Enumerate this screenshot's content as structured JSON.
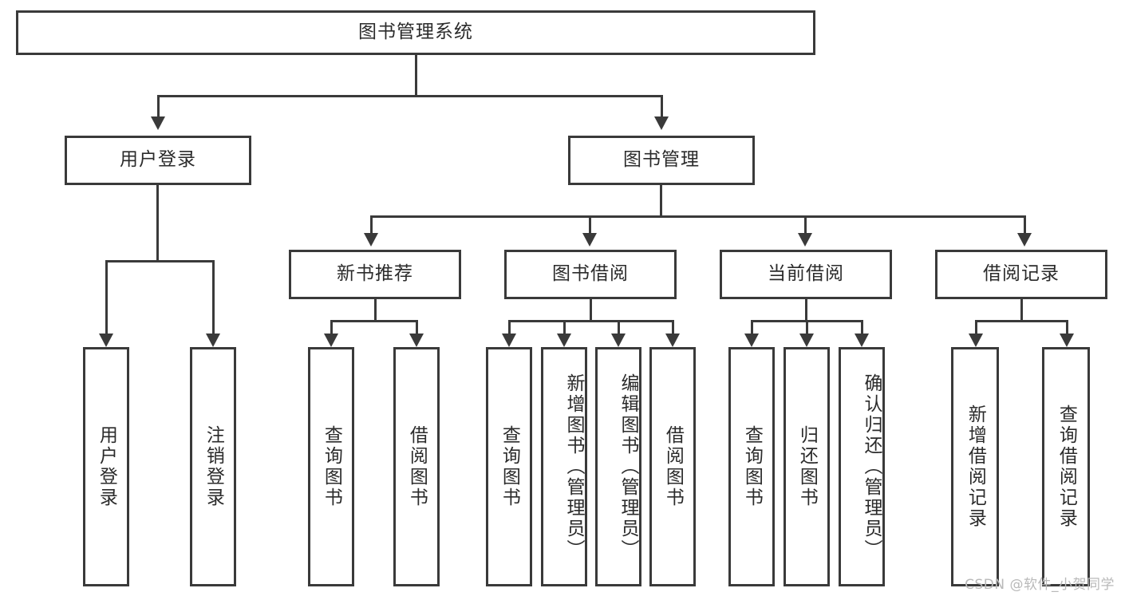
{
  "diagram": {
    "type": "tree-hierarchy-chart",
    "title_text": "图书管理系统",
    "root": {
      "label": "图书管理系统"
    },
    "level2": [
      {
        "label": "用户登录"
      },
      {
        "label": "图书管理"
      }
    ],
    "level3": [
      {
        "label": "新书推荐"
      },
      {
        "label": "图书借阅"
      },
      {
        "label": "当前借阅"
      },
      {
        "label": "借阅记录"
      }
    ],
    "leaves": {
      "user_login": [
        {
          "label": "用户登录"
        },
        {
          "label": "注销登录"
        }
      ],
      "new_book_recommend": [
        {
          "label": "查询图书"
        },
        {
          "label": "借阅图书"
        }
      ],
      "book_borrow": [
        {
          "label": "查询图书"
        },
        {
          "label": "新增图书（管理员）"
        },
        {
          "label": "编辑图书（管理员）"
        },
        {
          "label": "借阅图书"
        }
      ],
      "current_borrow": [
        {
          "label": "查询图书"
        },
        {
          "label": "归还图书"
        },
        {
          "label": "确认归还（管理员）"
        }
      ],
      "borrow_record": [
        {
          "label": "新增借阅记录"
        },
        {
          "label": "查询借阅记录"
        }
      ]
    }
  },
  "watermark": {
    "text": "CSDN @软件_小贺同学"
  },
  "colors": {
    "stroke": "#3a3a3a",
    "text": "#2b2b2b",
    "background": "#ffffff",
    "watermark": "#b9b9b9"
  }
}
